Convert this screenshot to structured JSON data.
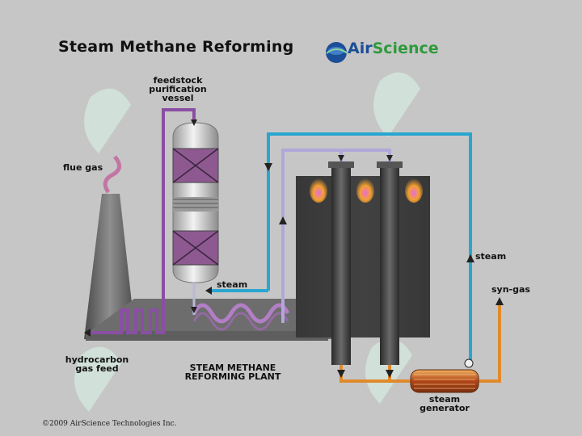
{
  "title": "Steam Methane Reforming",
  "logo": {
    "part1": "Air",
    "part2": "Science"
  },
  "labels": {
    "feedstock_line1": "feedstock",
    "feedstock_line2": "purification",
    "feedstock_line3": "vessel",
    "flue_gas": "flue gas",
    "steam_left": "steam",
    "steam_right": "steam",
    "syn_gas": "syn-gas",
    "hydrocarbon_line1": "hydrocarbon",
    "hydrocarbon_line2": "gas feed",
    "plant_line1": "STEAM METHANE",
    "plant_line2": "REFORMING PLANT",
    "generator_line1": "steam",
    "generator_line2": "generator"
  },
  "copyright": "©2009 AirScience Technologies Inc.",
  "colors": {
    "background": "#c6c6c6",
    "furnace": "#3a3a3a",
    "steam_line": "#29a6cf",
    "feed_line": "#8a4fa3",
    "syngas_line": "#e08a2c",
    "flame": "#f0a030",
    "logo_green": "#2e9a3c",
    "logo_blue": "#1c4f97"
  }
}
